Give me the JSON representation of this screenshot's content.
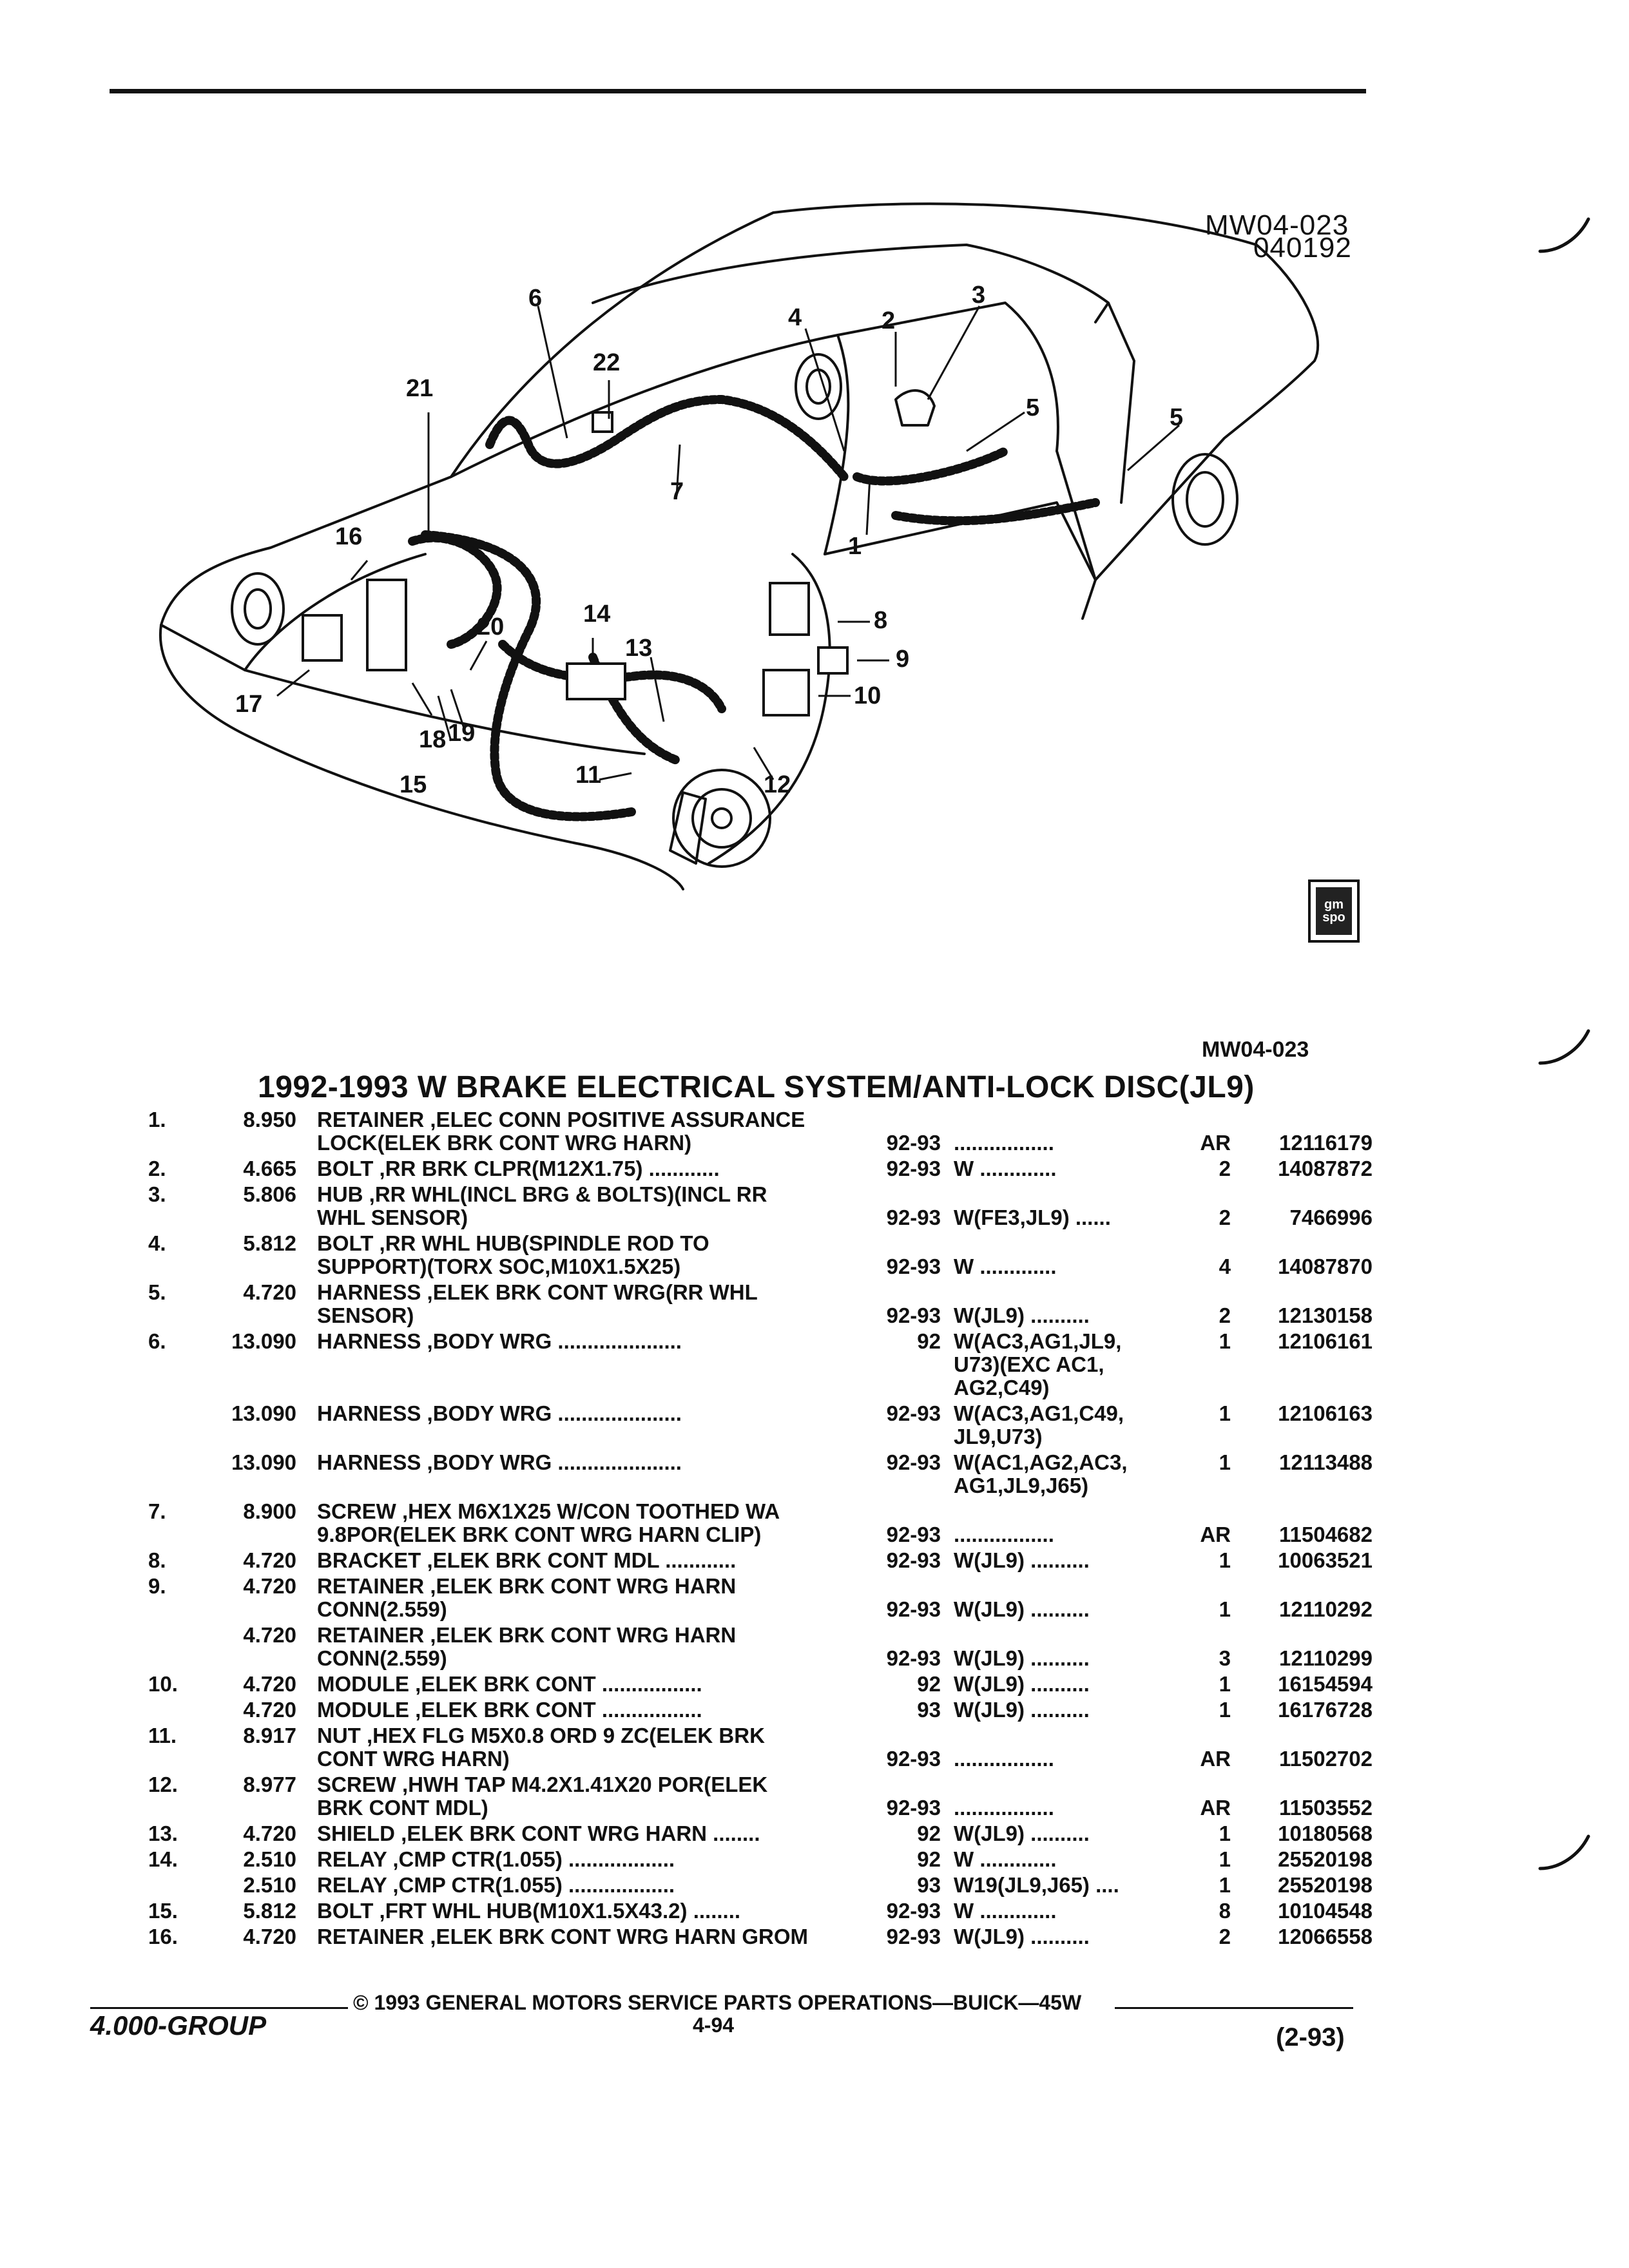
{
  "figure": {
    "id": "MW04-023",
    "date_code": "040192",
    "bottom_label": "MW04-023",
    "callouts": [
      "1",
      "2",
      "3",
      "4",
      "5",
      "5",
      "6",
      "7",
      "8",
      "9",
      "10",
      "11",
      "12",
      "13",
      "14",
      "15",
      "16",
      "17",
      "18",
      "19",
      "20",
      "21",
      "22"
    ],
    "logo_text": "gm spo"
  },
  "title": "1992-1993 W BRAKE ELECTRICAL SYSTEM/ANTI-LOCK DISC(JL9)",
  "parts": [
    {
      "no": "1.",
      "group": "8.950",
      "desc": [
        "RETAINER ,ELEC CONN POSITIVE ASSURANCE",
        "LOCK(ELEK BRK CONT WRG HARN)"
      ],
      "year": "92-93",
      "series": ".................",
      "qty": "AR",
      "part": "12116179"
    },
    {
      "no": "2.",
      "group": "4.665",
      "desc": [
        "BOLT ,RR BRK CLPR(M12X1.75) ............"
      ],
      "year": "92-93",
      "series": "W .............",
      "qty": "2",
      "part": "14087872"
    },
    {
      "no": "3.",
      "group": "5.806",
      "desc": [
        "HUB ,RR WHL(INCL BRG & BOLTS)(INCL RR",
        "WHL SENSOR)"
      ],
      "year": "92-93",
      "series": "W(FE3,JL9) ......",
      "qty": "2",
      "part": "7466996"
    },
    {
      "no": "4.",
      "group": "5.812",
      "desc": [
        "BOLT ,RR WHL HUB(SPINDLE ROD TO",
        "SUPPORT)(TORX SOC,M10X1.5X25)"
      ],
      "year": "92-93",
      "series": "W .............",
      "qty": "4",
      "part": "14087870"
    },
    {
      "no": "5.",
      "group": "4.720",
      "desc": [
        "HARNESS ,ELEK BRK CONT WRG(RR WHL",
        "SENSOR)"
      ],
      "year": "92-93",
      "series": "W(JL9) ..........",
      "qty": "2",
      "part": "12130158"
    },
    {
      "no": "6.",
      "group": "13.090",
      "desc": [
        "HARNESS ,BODY WRG ....................."
      ],
      "year": "92",
      "series": "W(AC3,AG1,JL9,\nU73)(EXC AC1,\nAG2,C49)",
      "qty": "1",
      "part": "12106161"
    },
    {
      "no": "",
      "group": "13.090",
      "desc": [
        "HARNESS ,BODY WRG ....................."
      ],
      "year": "92-93",
      "series": "W(AC3,AG1,C49,\nJL9,U73)",
      "qty": "1",
      "part": "12106163"
    },
    {
      "no": "",
      "group": "13.090",
      "desc": [
        "HARNESS ,BODY WRG ....................."
      ],
      "year": "92-93",
      "series": "W(AC1,AG2,AC3,\nAG1,JL9,J65)",
      "qty": "1",
      "part": "12113488"
    },
    {
      "no": "7.",
      "group": "8.900",
      "desc": [
        "SCREW ,HEX M6X1X25 W/CON TOOTHED WA",
        "9.8POR(ELEK BRK CONT WRG HARN CLIP)"
      ],
      "year": "92-93",
      "series": ".................",
      "qty": "AR",
      "part": "11504682"
    },
    {
      "no": "8.",
      "group": "4.720",
      "desc": [
        "BRACKET ,ELEK BRK CONT MDL ............"
      ],
      "year": "92-93",
      "series": "W(JL9) ..........",
      "qty": "1",
      "part": "10063521"
    },
    {
      "no": "9.",
      "group": "4.720",
      "desc": [
        "RETAINER ,ELEK BRK CONT WRG HARN",
        "CONN(2.559)"
      ],
      "year": "92-93",
      "series": "W(JL9) ..........",
      "qty": "1",
      "part": "12110292"
    },
    {
      "no": "",
      "group": "4.720",
      "desc": [
        "RETAINER ,ELEK BRK CONT WRG HARN",
        "CONN(2.559)"
      ],
      "year": "92-93",
      "series": "W(JL9) ..........",
      "qty": "3",
      "part": "12110299"
    },
    {
      "no": "10.",
      "group": "4.720",
      "desc": [
        "MODULE ,ELEK BRK CONT ................."
      ],
      "year": "92",
      "series": "W(JL9) ..........",
      "qty": "1",
      "part": "16154594"
    },
    {
      "no": "",
      "group": "4.720",
      "desc": [
        "MODULE ,ELEK BRK CONT ................."
      ],
      "year": "93",
      "series": "W(JL9) ..........",
      "qty": "1",
      "part": "16176728"
    },
    {
      "no": "11.",
      "group": "8.917",
      "desc": [
        "NUT ,HEX FLG M5X0.8 ORD 9 ZC(ELEK BRK",
        "CONT WRG HARN)"
      ],
      "year": "92-93",
      "series": ".................",
      "qty": "AR",
      "part": "11502702"
    },
    {
      "no": "12.",
      "group": "8.977",
      "desc": [
        "SCREW ,HWH TAP M4.2X1.41X20 POR(ELEK",
        "BRK CONT MDL)"
      ],
      "year": "92-93",
      "series": ".................",
      "qty": "AR",
      "part": "11503552"
    },
    {
      "no": "13.",
      "group": "4.720",
      "desc": [
        "SHIELD ,ELEK BRK CONT WRG HARN ........"
      ],
      "year": "92",
      "series": "W(JL9) ..........",
      "qty": "1",
      "part": "10180568"
    },
    {
      "no": "14.",
      "group": "2.510",
      "desc": [
        "RELAY ,CMP CTR(1.055) .................."
      ],
      "year": "92",
      "series": "W .............",
      "qty": "1",
      "part": "25520198"
    },
    {
      "no": "",
      "group": "2.510",
      "desc": [
        "RELAY ,CMP CTR(1.055) .................."
      ],
      "year": "93",
      "series": "W19(JL9,J65) ....",
      "qty": "1",
      "part": "25520198"
    },
    {
      "no": "15.",
      "group": "5.812",
      "desc": [
        "BOLT ,FRT WHL HUB(M10X1.5X43.2) ........"
      ],
      "year": "92-93",
      "series": "W .............",
      "qty": "8",
      "part": "10104548"
    },
    {
      "no": "16.",
      "group": "4.720",
      "desc": [
        "RETAINER ,ELEK BRK CONT WRG HARN GROM"
      ],
      "year": "92-93",
      "series": "W(JL9) ..........",
      "qty": "2",
      "part": "12066558"
    }
  ],
  "footer": {
    "copyright": "© 1993 GENERAL MOTORS SERVICE PARTS OPERATIONS—BUICK—45W",
    "group": "4.000-GROUP",
    "page": "4-94",
    "date": "(2-93)"
  }
}
